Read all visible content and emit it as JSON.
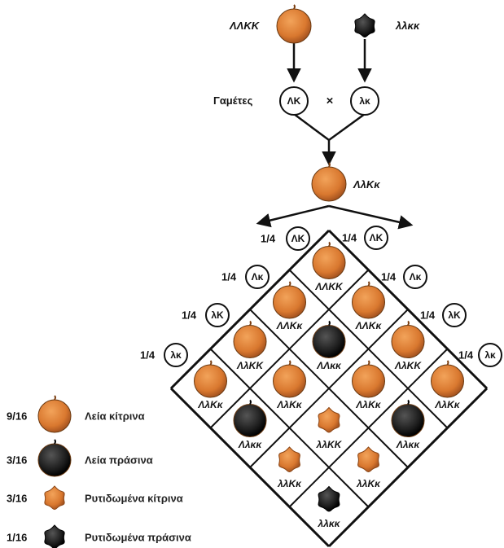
{
  "parents": {
    "left_genotype": "ΛΛΚΚ",
    "right_genotype": "λλκκ"
  },
  "gametes": {
    "label": "Γαμέτες",
    "left": "ΛΚ",
    "right": "λκ",
    "cross_symbol": "×"
  },
  "f1": {
    "genotype": "ΛλΚκ"
  },
  "punnett": {
    "left_gametes": [
      {
        "fraction": "1/4",
        "gamete": "ΛΚ"
      },
      {
        "fraction": "1/4",
        "gamete": "Λκ"
      },
      {
        "fraction": "1/4",
        "gamete": "λΚ"
      },
      {
        "fraction": "1/4",
        "gamete": "λκ"
      }
    ],
    "right_gametes": [
      {
        "fraction": "1/4",
        "gamete": "ΛΚ"
      },
      {
        "fraction": "1/4",
        "gamete": "Λκ"
      },
      {
        "fraction": "1/4",
        "gamete": "λΚ"
      },
      {
        "fraction": "1/4",
        "gamete": "λκ"
      }
    ],
    "cells": [
      [
        "ΛΛΚΚ",
        "ΛΛΚκ",
        "ΛλΚΚ",
        "ΛλΚκ"
      ],
      [
        "ΛΛΚκ",
        "ΛΛκκ",
        "ΛλΚκ",
        "Λλκκ"
      ],
      [
        "ΛλΚΚ",
        "ΛλΚκ",
        "λλΚΚ",
        "λλΚκ"
      ],
      [
        "ΛλΚκ",
        "Λλκκ",
        "λλΚκ",
        "λλκκ"
      ]
    ],
    "phenotypes": [
      [
        "smooth-yellow",
        "smooth-yellow",
        "smooth-yellow",
        "smooth-yellow"
      ],
      [
        "smooth-yellow",
        "smooth-green",
        "smooth-yellow",
        "smooth-green"
      ],
      [
        "smooth-yellow",
        "smooth-yellow",
        "wrinkled-yellow",
        "wrinkled-yellow"
      ],
      [
        "smooth-yellow",
        "smooth-green",
        "wrinkled-yellow",
        "wrinkled-green"
      ]
    ]
  },
  "legend": [
    {
      "fraction": "9/16",
      "phenotype": "smooth-yellow",
      "label": "Λεία κίτρινα"
    },
    {
      "fraction": "3/16",
      "phenotype": "smooth-green",
      "label": "Λεία πράσινα"
    },
    {
      "fraction": "3/16",
      "phenotype": "wrinkled-yellow",
      "label": "Ρυτιδωμένα κίτρινα"
    },
    {
      "fraction": "1/16",
      "phenotype": "wrinkled-green",
      "label": "Ρυτιδωμένα πράσινα"
    }
  ],
  "colors": {
    "yellow_pea": "#d9782f",
    "green_pea": "#1c1c1c",
    "stroke": "#111111"
  }
}
